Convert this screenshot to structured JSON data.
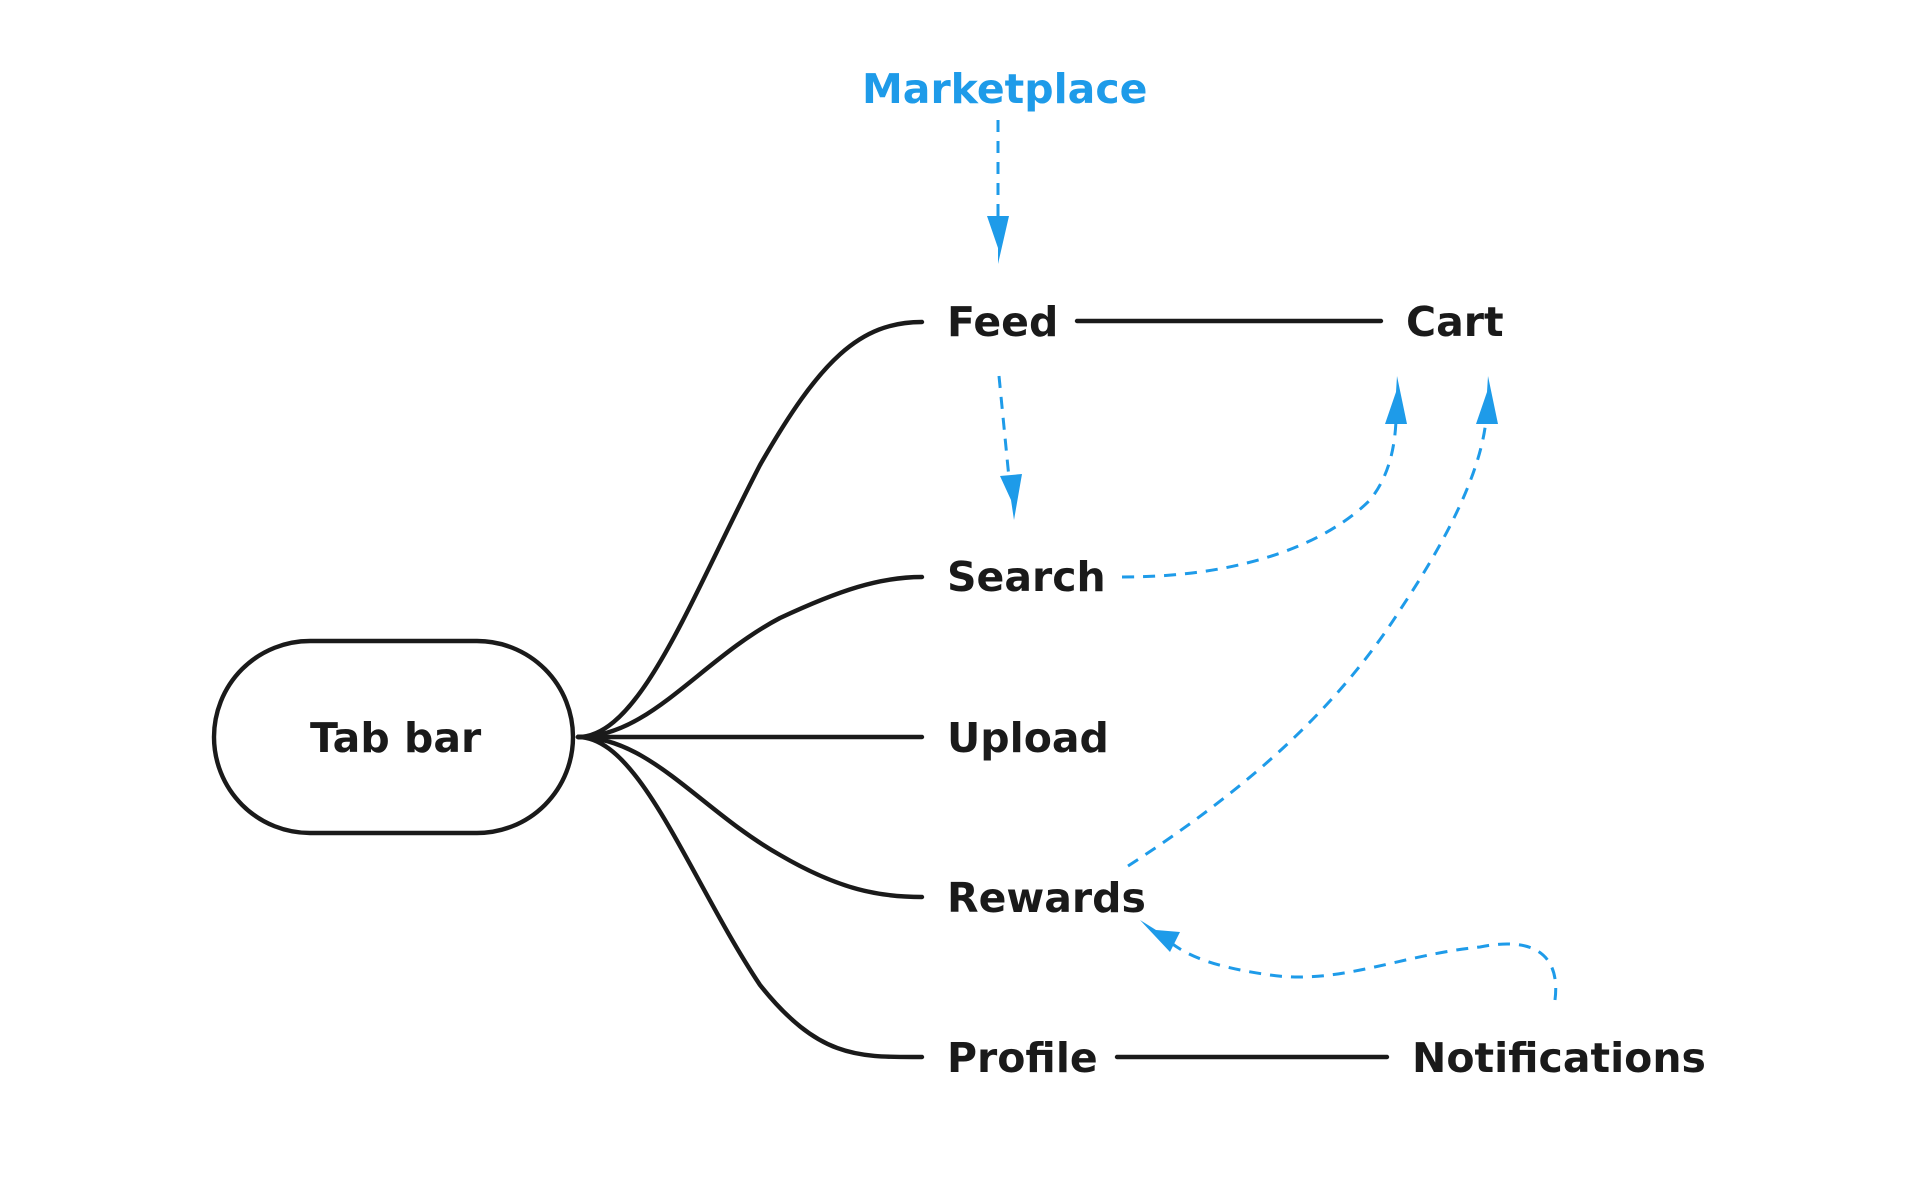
{
  "diagram": {
    "accent_color": "#1e9be9",
    "ink_color": "#1a1a1a",
    "nodes": {
      "marketplace": "Marketplace",
      "feed": "Feed",
      "cart": "Cart",
      "search": "Search",
      "tab_bar": "Tab bar",
      "upload": "Upload",
      "rewards": "Rewards",
      "profile": "Profile",
      "notifications": "Notifications"
    },
    "edges": {
      "solid": [
        {
          "from": "tab_bar",
          "to": "feed"
        },
        {
          "from": "tab_bar",
          "to": "search"
        },
        {
          "from": "tab_bar",
          "to": "upload"
        },
        {
          "from": "tab_bar",
          "to": "rewards"
        },
        {
          "from": "tab_bar",
          "to": "profile"
        },
        {
          "from": "feed",
          "to": "cart"
        },
        {
          "from": "profile",
          "to": "notifications"
        }
      ],
      "dashed_arrows": [
        {
          "from": "marketplace",
          "to": "feed"
        },
        {
          "from": "feed",
          "to": "search"
        },
        {
          "from": "search",
          "to": "cart"
        },
        {
          "from": "rewards",
          "to": "cart"
        },
        {
          "from": "notifications",
          "to": "rewards"
        }
      ]
    }
  }
}
